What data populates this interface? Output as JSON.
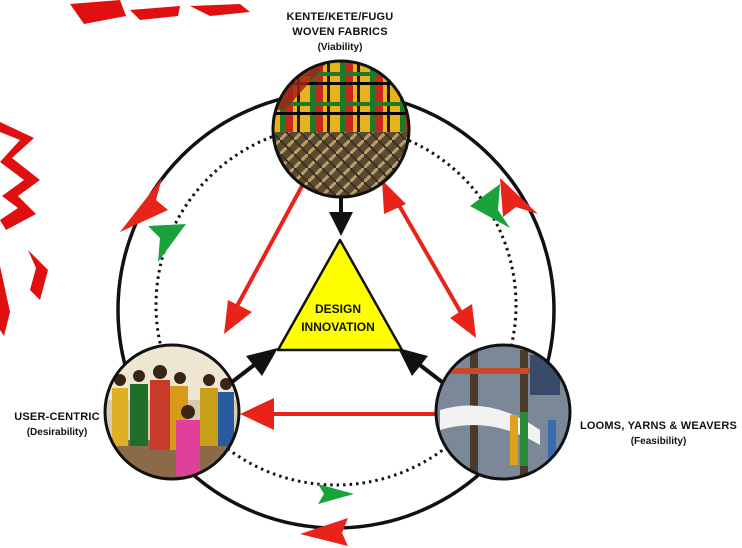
{
  "top": {
    "line1": "KENTE/KETE/FUGU",
    "line2": "WOVEN FABRICS",
    "line3": "(Viability)"
  },
  "center": {
    "line1": "DESIGN",
    "line2": "INNOVATION"
  },
  "left": {
    "line1": "USER-CENTRIC",
    "line2": "(Desirability)"
  },
  "right": {
    "line1": "LOOMS, YARNS & WEAVERS",
    "line2": "(Feasibility)"
  },
  "colors": {
    "red": "#e8231a",
    "green": "#19a33a",
    "black": "#111111",
    "triangle": "#ffff00",
    "watermark": "#e01010"
  },
  "icons": {
    "top": "kente-fabric-photo",
    "left": "people-in-kente-photo",
    "right": "loom-weaving-photo"
  }
}
